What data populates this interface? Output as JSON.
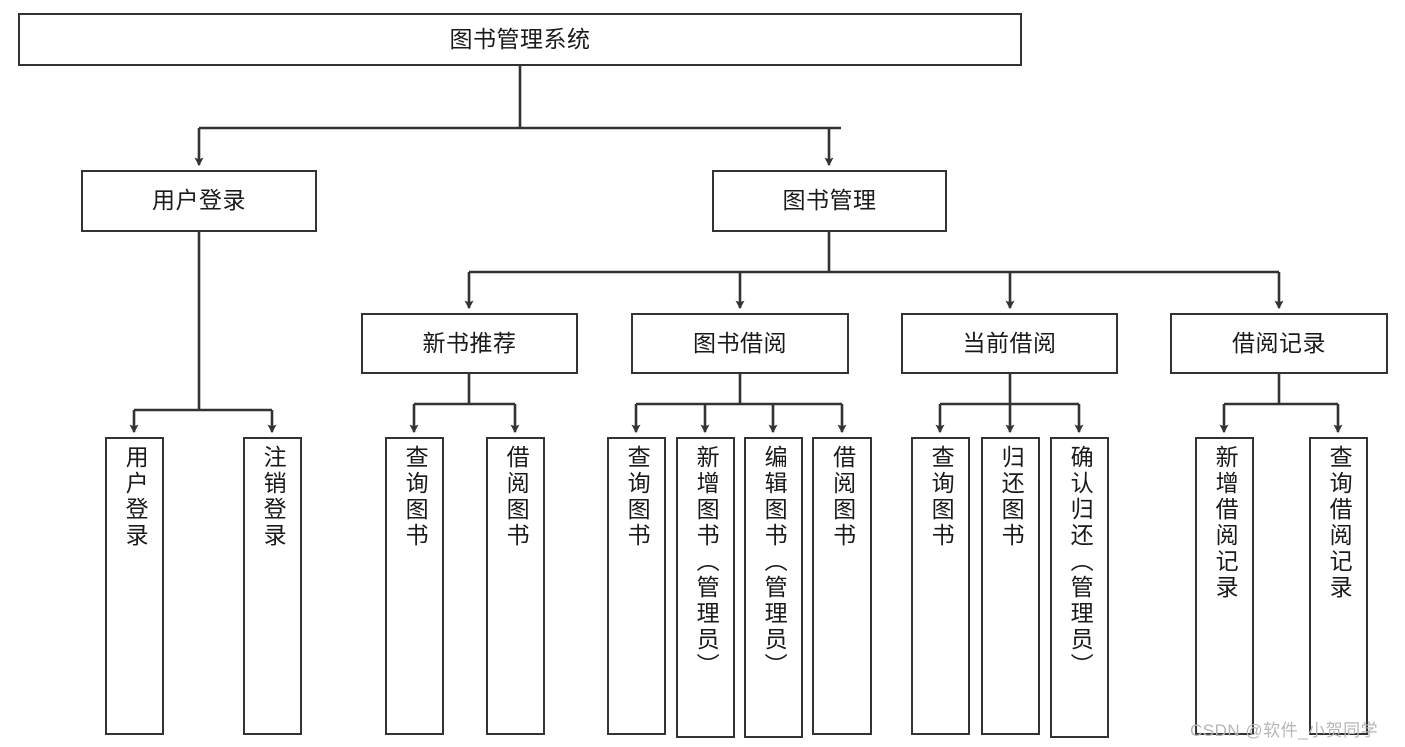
{
  "diagram": {
    "title": "图书管理系统",
    "type": "tree",
    "watermark": "CSDN @软件_小贺同学",
    "colors": {
      "node_border": "#333333",
      "node_fill": "#ffffff",
      "edge": "#333333",
      "text": "#1a1a1a",
      "watermark": "#b6b6b6"
    },
    "nodes": {
      "root": {
        "label": "图书管理系统",
        "orientation": "horizontal"
      },
      "level2": [
        {
          "id": "user-login",
          "label": "用户登录",
          "orientation": "horizontal"
        },
        {
          "id": "book-management",
          "label": "图书管理",
          "orientation": "horizontal"
        }
      ],
      "level3": [
        {
          "id": "new-book-recommend",
          "label": "新书推荐",
          "orientation": "horizontal"
        },
        {
          "id": "book-borrow",
          "label": "图书借阅",
          "orientation": "horizontal"
        },
        {
          "id": "current-borrow",
          "label": "当前借阅",
          "orientation": "horizontal"
        },
        {
          "id": "borrow-record",
          "label": "借阅记录",
          "orientation": "horizontal"
        }
      ],
      "leaves": [
        {
          "id": "leaf-user-login",
          "label": "用户登录",
          "parent": "user-login",
          "orientation": "vertical"
        },
        {
          "id": "leaf-logout",
          "label": "注销登录",
          "parent": "user-login",
          "orientation": "vertical"
        },
        {
          "id": "leaf-query-book-1",
          "label": "查询图书",
          "parent": "new-book-recommend",
          "orientation": "vertical"
        },
        {
          "id": "leaf-borrow-book-1",
          "label": "借阅图书",
          "parent": "new-book-recommend",
          "orientation": "vertical"
        },
        {
          "id": "leaf-query-book-2",
          "label": "查询图书",
          "parent": "book-borrow",
          "orientation": "vertical"
        },
        {
          "id": "leaf-add-book",
          "label": "新增图书（管理员）",
          "parent": "book-borrow",
          "orientation": "vertical"
        },
        {
          "id": "leaf-edit-book",
          "label": "编辑图书（管理员）",
          "parent": "book-borrow",
          "orientation": "vertical"
        },
        {
          "id": "leaf-borrow-book-2",
          "label": "借阅图书",
          "parent": "book-borrow",
          "orientation": "vertical"
        },
        {
          "id": "leaf-query-book-3",
          "label": "查询图书",
          "parent": "current-borrow",
          "orientation": "vertical"
        },
        {
          "id": "leaf-return-book",
          "label": "归还图书",
          "parent": "current-borrow",
          "orientation": "vertical"
        },
        {
          "id": "leaf-confirm-return",
          "label": "确认归还（管理员）",
          "parent": "current-borrow",
          "orientation": "vertical"
        },
        {
          "id": "leaf-add-record",
          "label": "新增借阅记录",
          "parent": "borrow-record",
          "orientation": "vertical"
        },
        {
          "id": "leaf-query-record",
          "label": "查询借阅记录",
          "parent": "borrow-record",
          "orientation": "vertical"
        }
      ]
    }
  }
}
